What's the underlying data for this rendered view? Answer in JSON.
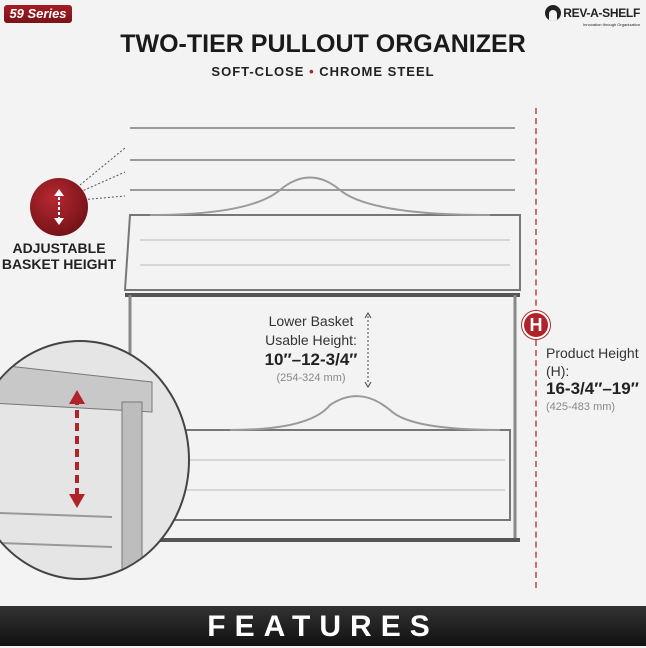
{
  "badge": {
    "series": "59 Series"
  },
  "brand": {
    "name": "REV-A-SHELF",
    "tagline": "Innovation through Organization"
  },
  "header": {
    "title": "TWO-TIER PULLOUT ORGANIZER",
    "subtitle_left": "SOFT-CLOSE",
    "subtitle_sep": "•",
    "subtitle_right": "CHROME STEEL"
  },
  "adjustable": {
    "label": "ADJUSTABLE BASKET HEIGHT"
  },
  "lower_basket": {
    "label": "Lower Basket Usable Height:",
    "value": "10″–12-3/4″",
    "metric": "(254-324 mm)"
  },
  "product_height": {
    "badge": "H",
    "label": "Product Height (H):",
    "value": "16-3/4″–19″",
    "metric": "(425-483 mm)"
  },
  "footer": {
    "label": "FEATURES"
  },
  "colors": {
    "accent": "#b0232a",
    "footer": "#1a1a1a"
  }
}
